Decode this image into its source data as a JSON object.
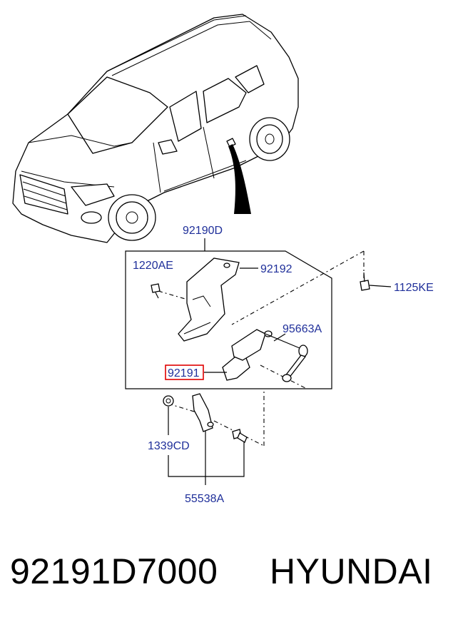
{
  "labels": {
    "assembly": "92190D",
    "bolt_left": "1220AE",
    "bracket_upper": "92192",
    "bolt_right": "1125KE",
    "link_rod": "95663A",
    "sensor": "92191",
    "nut": "1339CD",
    "bracket_lower_set": "55538A"
  },
  "footer": {
    "part_number": "92191D7000",
    "brand": "HYUNDAI"
  },
  "colors": {
    "label_text": "#1f2f9a",
    "highlight_box": "#e00000",
    "line": "#000000"
  }
}
